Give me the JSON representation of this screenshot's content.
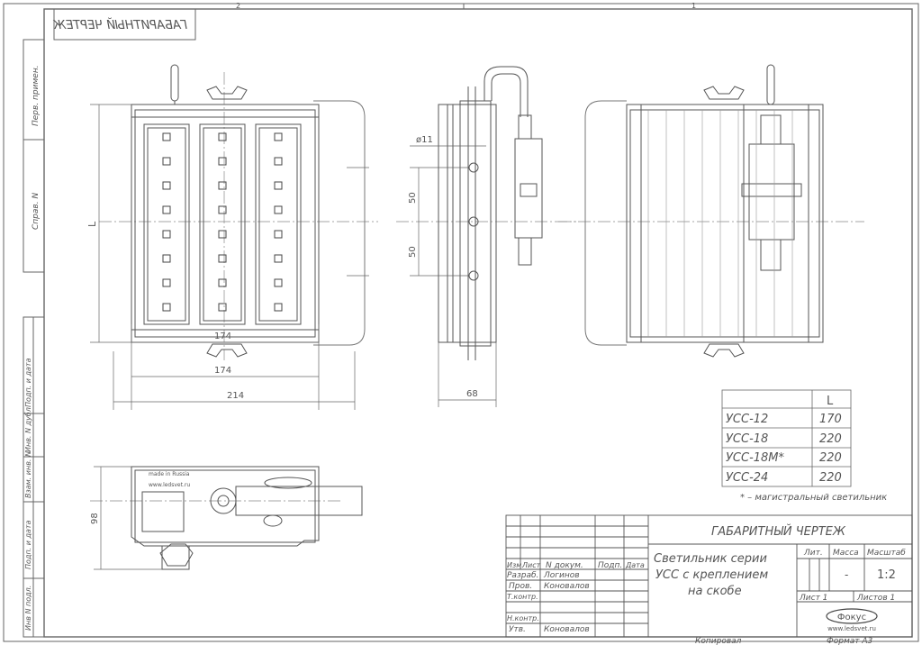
{
  "sheet": {
    "zone_numbers": [
      "2",
      "1"
    ],
    "mirrored_title": "ГАБАРИТНЫЙ ЧЕРТЕЖ",
    "title": "ГАБАРИТНЫЙ ЧЕРТЕЖ",
    "copied_label": "Копировал",
    "format_label": "Формат А3"
  },
  "side_column": {
    "perv_primen": "Перв. примен.",
    "sprav_n": "Справ. N",
    "podp_data_1": "Подп. и дата",
    "inv_n_dubl": "Инв. N дубл.",
    "vzam_inv": "Взам. инв. N",
    "podp_data_2": "Подп. и дата",
    "inv_n_podl": "Инв N подл."
  },
  "dimensions": {
    "front_height": "L",
    "front_width_inner": "174",
    "front_width_174": "174",
    "front_width_214": "214",
    "side_hole_dia": "ø11",
    "side_pitch_1": "50",
    "side_pitch_2": "50",
    "side_depth": "68",
    "bottom_height": "98"
  },
  "bottom_view": {
    "label_made_in": "made in Russia",
    "label_site": "www.ledsvet.ru"
  },
  "variants_table": {
    "header_l": "L",
    "rows": [
      {
        "model": "УСС-12",
        "l": "170"
      },
      {
        "model": "УСС-18",
        "l": "220"
      },
      {
        "model": "УСС-18М*",
        "l": "220"
      },
      {
        "model": "УСС-24",
        "l": "220"
      }
    ],
    "footnote": "* – магистральный светильник"
  },
  "title_block": {
    "col_izm": "Изм.",
    "col_list": "Лист",
    "col_n_dokum": "N докум.",
    "col_podp": "Подп.",
    "col_data": "Дата",
    "razrab_label": "Разраб.",
    "razrab_name": "Логинов",
    "prov_label": "Пров.",
    "prov_name": "Коновалов",
    "tkontr_label": "Т.контр.",
    "nkontr_label": "Н.контр.",
    "utv_label": "Утв.",
    "utv_name": "Коновалов",
    "doc_title_1": "Светильник серии",
    "doc_title_2": "УСС с креплением",
    "doc_title_3": "на скобе",
    "lit_label": "Лит.",
    "mass_label": "Масса",
    "scale_label": "Масштаб",
    "mass_value": "-",
    "scale_value": "1:2",
    "sheet_label": "Лист 1",
    "sheets_label": "Листов 1",
    "company_logo": "Фокус",
    "company_site": "www.ledsvet.ru"
  }
}
